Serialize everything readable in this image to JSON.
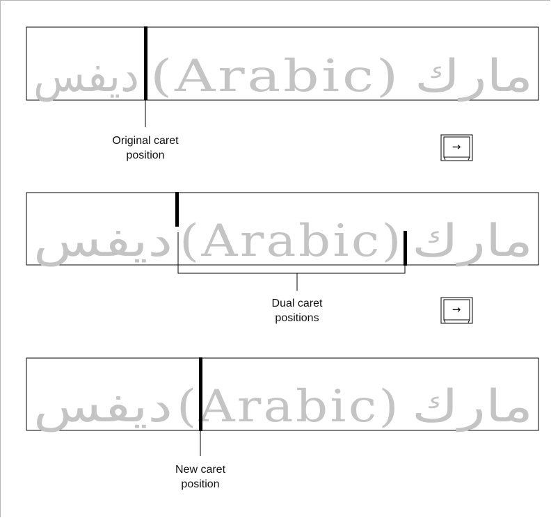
{
  "text_segments": {
    "arabic_left": "ديفس",
    "latin": "(Arabic)",
    "arabic_right": "مارك"
  },
  "labels": {
    "original_line1": "Original caret",
    "original_line2": "position",
    "dual_line1": "Dual caret",
    "dual_line2": "positions",
    "new_line1": "New caret",
    "new_line2": "position"
  },
  "key": {
    "icon": "right-arrow-key-icon",
    "symbol": "→"
  },
  "colors": {
    "text": "#c4c4c4",
    "caret": "#000000",
    "border": "#000000",
    "label": "#111111"
  }
}
